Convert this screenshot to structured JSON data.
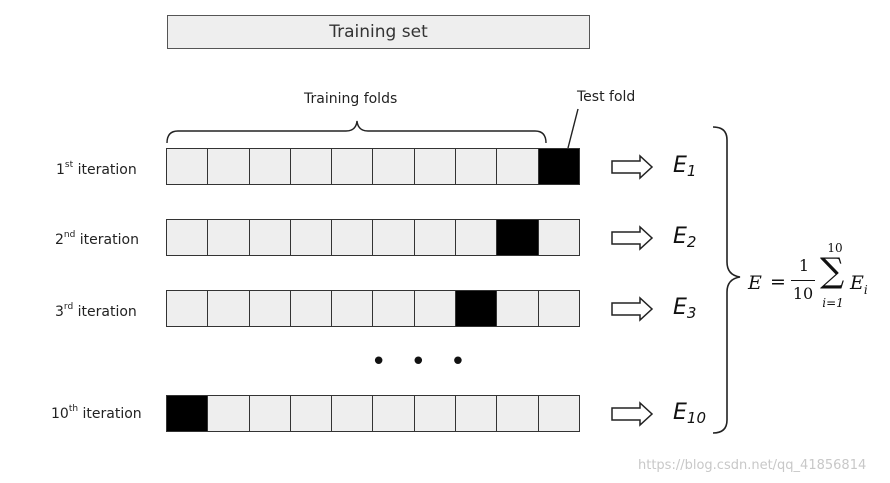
{
  "header": {
    "training_set_label": "Training set"
  },
  "annotations": {
    "training_folds_label": "Training folds",
    "test_fold_label": "Test fold"
  },
  "iterations": [
    {
      "label_num": "1",
      "label_sup": "st",
      "label_rest": " iteration",
      "test_fold_index": 9,
      "error_base": "E",
      "error_sub": "1"
    },
    {
      "label_num": "2",
      "label_sup": "nd",
      "label_rest": " iteration",
      "test_fold_index": 8,
      "error_base": "E",
      "error_sub": "2"
    },
    {
      "label_num": "3",
      "label_sup": "rd",
      "label_rest": " iteration",
      "test_fold_index": 7,
      "error_base": "E",
      "error_sub": "3"
    },
    {
      "label_num": "10",
      "label_sup": "th",
      "label_rest": " iteration",
      "test_fold_index": 0,
      "error_base": "E",
      "error_sub": "10"
    }
  ],
  "ellipsis": "• • •",
  "formula": {
    "lhs": "E",
    "equals": "=",
    "numerator": "1",
    "denominator": "10",
    "sum_upper": "10",
    "sum_lower": "i=1",
    "sum_symbol": "∑",
    "term_base": "E",
    "term_sub": "i"
  },
  "watermark": "https://blog.csdn.net/qq_41856814",
  "colors": {
    "fold_fill": "#eeeeee",
    "test_fill": "#000000",
    "border": "#333333"
  }
}
